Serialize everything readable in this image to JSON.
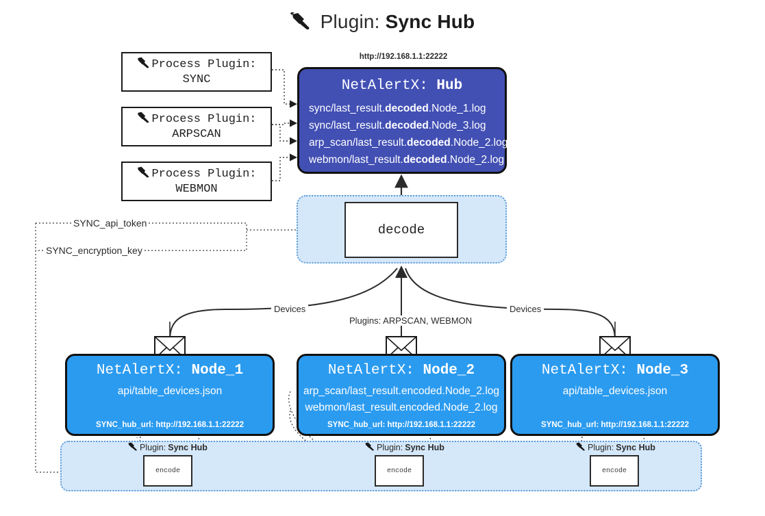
{
  "title": {
    "icon": "plug-icon",
    "prefix": "Plugin:",
    "name": "Sync Hub"
  },
  "process_plugins": [
    {
      "icon": "plug-icon",
      "line1": "Process Plugin:",
      "line2": "SYNC"
    },
    {
      "icon": "plug-icon",
      "line1": "Process Plugin:",
      "line2": "ARPSCAN"
    },
    {
      "icon": "plug-icon",
      "line1": "Process Plugin:",
      "line2": "WEBMON"
    }
  ],
  "hub": {
    "url": "http://192.168.1.1:22222",
    "label_prefix": "NetAlertX: ",
    "label_name": "Hub",
    "logs": [
      {
        "pre": "sync/last_result.",
        "em": "decoded",
        "post": ".Node_1.log"
      },
      {
        "pre": "sync/last_result.",
        "em": "decoded",
        "post": ".Node_3.log"
      },
      {
        "pre": "arp_scan/last_result.",
        "em": "decoded",
        "post": ".Node_2.log"
      },
      {
        "pre": "webmon/last_result.",
        "em": "decoded",
        "post": ".Node_2.log"
      }
    ]
  },
  "decode": {
    "label": "decode"
  },
  "keys": {
    "api_token": "SYNC_api_token",
    "encryption_key": "SYNC_encryption_key"
  },
  "edges": {
    "devices_left": "Devices",
    "devices_right": "Devices",
    "plugins_middle": "Plugins: ARPSCAN, WEBMON"
  },
  "nodes": [
    {
      "label_prefix": "NetAlertX: ",
      "label_name": "Node_1",
      "lines": [
        "api/table_devices.json"
      ],
      "hub_url": "SYNC_hub_url: http://192.168.1.1:22222",
      "mail_icon": "envelope-icon"
    },
    {
      "label_prefix": "NetAlertX: ",
      "label_name": "Node_2",
      "lines": [
        "arp_scan/last_result.encoded.Node_2.log",
        "webmon/last_result.encoded.Node_2.log"
      ],
      "hub_url": "SYNC_hub_url: http://192.168.1.1:22222",
      "mail_icon": "envelope-icon"
    },
    {
      "label_prefix": "NetAlertX: ",
      "label_name": "Node_3",
      "lines": [
        "api/table_devices.json"
      ],
      "hub_url": "SYNC_hub_url: http://192.168.1.1:22222",
      "mail_icon": "envelope-icon"
    }
  ],
  "plugin_instances": [
    {
      "icon": "plug-icon",
      "prefix": "Plugin:",
      "name": "Sync Hub",
      "encode_label": "encode"
    },
    {
      "icon": "plug-icon",
      "prefix": "Plugin:",
      "name": "Sync Hub",
      "encode_label": "encode"
    },
    {
      "icon": "plug-icon",
      "prefix": "Plugin:",
      "name": "Sync Hub",
      "encode_label": "encode"
    }
  ],
  "colors": {
    "hub": "#4250b4",
    "node": "#2b9bf0",
    "panel": "#d5e8fa",
    "panel_border": "#5a9ad6",
    "stroke": "#2b2b2b"
  }
}
